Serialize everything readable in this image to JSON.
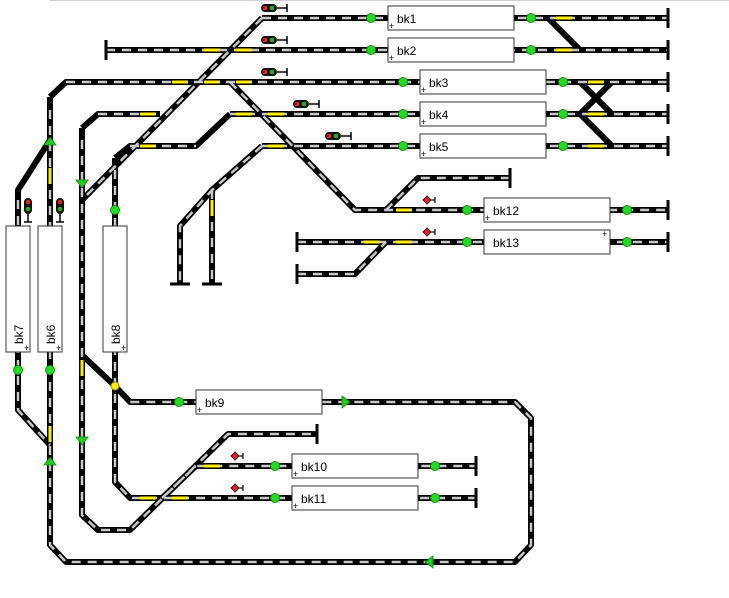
{
  "blocks": {
    "bk1": "bk1",
    "bk2": "bk2",
    "bk3": "bk3",
    "bk4": "bk4",
    "bk5": "bk5",
    "bk6": "bk6",
    "bk7": "bk7",
    "bk8": "bk8",
    "bk9": "bk9",
    "bk10": "bk10",
    "bk11": "bk11",
    "bk12": "bk12",
    "bk13": "bk13"
  },
  "plus_glyph": "+",
  "colors": {
    "rail_dark": "#000000",
    "rail_light": "#c8c8c8",
    "occupied": "#ffee00",
    "sensor": "#22dd22",
    "direction_arrow": "#22cc22",
    "signal_red": "#dd2222",
    "block_border": "#333333"
  }
}
